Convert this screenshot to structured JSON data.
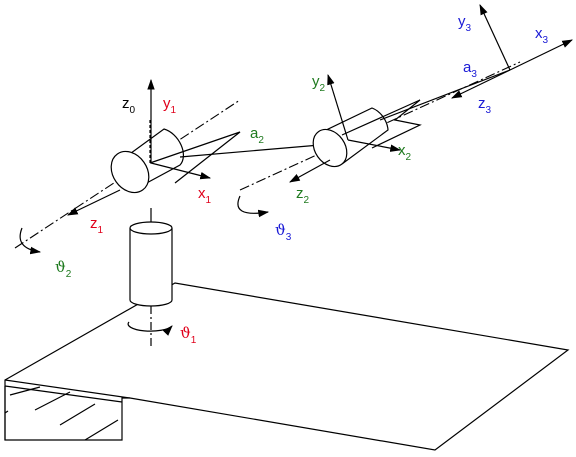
{
  "colors": {
    "black": "#000000",
    "red": "#e0001b",
    "green": "#1f7a1f",
    "blue": "#1a1ad6"
  },
  "labels": {
    "z0": {
      "main": "z",
      "sub": "0",
      "color": "black"
    },
    "y1": {
      "main": "y",
      "sub": "1",
      "color": "red"
    },
    "x1": {
      "main": "x",
      "sub": "1",
      "color": "red"
    },
    "z1": {
      "main": "z",
      "sub": "1",
      "color": "red"
    },
    "a2": {
      "main": "a",
      "sub": "2",
      "color": "green"
    },
    "y2": {
      "main": "y",
      "sub": "2",
      "color": "green"
    },
    "x2": {
      "main": "x",
      "sub": "2",
      "color": "green"
    },
    "z2": {
      "main": "z",
      "sub": "2",
      "color": "green"
    },
    "a3": {
      "main": "a",
      "sub": "3",
      "color": "blue"
    },
    "y3": {
      "main": "y",
      "sub": "3",
      "color": "blue"
    },
    "x3": {
      "main": "x",
      "sub": "3",
      "color": "blue"
    },
    "z3": {
      "main": "z",
      "sub": "3",
      "color": "blue"
    },
    "theta1": {
      "main": "ϑ",
      "sub": "1",
      "color": "red"
    },
    "theta2": {
      "main": "ϑ",
      "sub": "2",
      "color": "green"
    },
    "theta3": {
      "main": "ϑ",
      "sub": "3",
      "color": "blue"
    }
  }
}
